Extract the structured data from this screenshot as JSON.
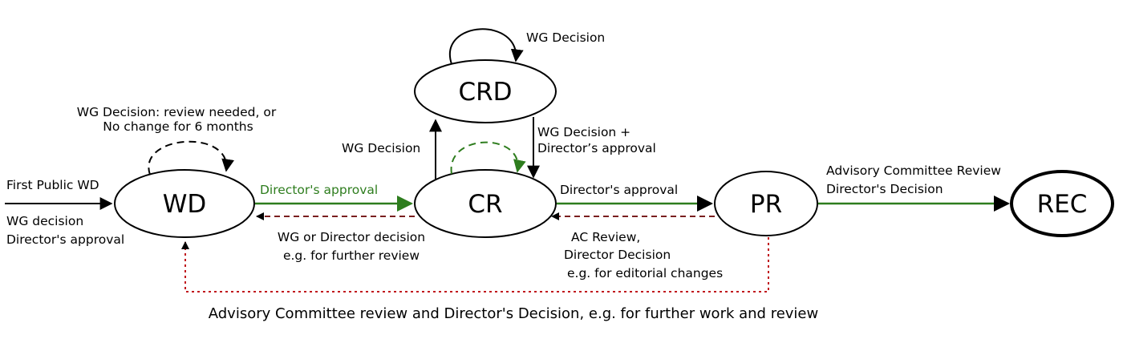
{
  "nodes": {
    "wd": "WD",
    "cr": "CR",
    "crd": "CRD",
    "pr": "PR",
    "rec": "REC"
  },
  "labels": {
    "first_public_wd": "First Public WD",
    "wg_decision_entry": "WG decision",
    "director_approval_entry": "Director's approval",
    "wd_loop_line1": "WG Decision: review needed, or",
    "wd_loop_line2": "No change for 6 months",
    "wd_to_cr": "Director's approval",
    "cr_to_wd_line1": "WG or Director decision",
    "cr_to_wd_line2": "e.g. for further review",
    "crd_loop": "WG Decision",
    "cr_to_crd": "WG Decision",
    "crd_to_cr_line1": "WG Decision +",
    "crd_to_cr_line2": "Director’s approval",
    "cr_to_pr": "Director's approval",
    "pr_to_cr_line1": "AC Review,",
    "pr_to_cr_line2": "Director Decision",
    "pr_to_cr_line3": "e.g. for editorial changes",
    "pr_to_rec_line1": "Advisory Committee Review",
    "pr_to_rec_line2": "Director's Decision",
    "pr_to_wd": "Advisory Committee review and Director's Decision, e.g. for further work and review"
  },
  "colors": {
    "green": "#2e7d1e",
    "dark_red": "#7a1f1f",
    "red": "#c0151b",
    "black": "#000000"
  }
}
